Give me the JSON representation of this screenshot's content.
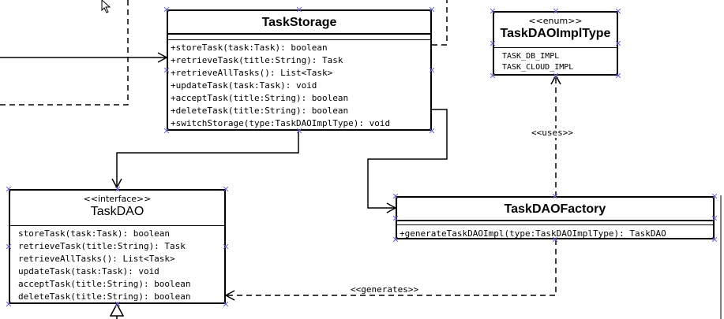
{
  "taskStorage": {
    "name": "TaskStorage",
    "operations": [
      "+storeTask(task:Task): boolean",
      "+retrieveTask(title:String): Task",
      "+retrieveAllTasks(): List<Task>",
      "+updateTask(task:Task): void",
      "+acceptTask(title:String): boolean",
      "+deleteTask(title:String): boolean",
      "+switchStorage(type:TaskDAOImplType): void"
    ]
  },
  "taskDAOImplType": {
    "stereotype": "<<enum>>",
    "name": "TaskDAOImplType",
    "literals": [
      "TASK_DB_IMPL",
      "TASK_CLOUD_IMPL"
    ]
  },
  "taskDAO": {
    "stereotype": "<<interface>>",
    "name": "TaskDAO",
    "operations": [
      "storeTask(task:Task): boolean",
      "retrieveTask(title:String): Task",
      "retrieveAllTasks(): List<Task>",
      "updateTask(task:Task): void",
      "acceptTask(title:String): boolean",
      "deleteTask(title:String): boolean"
    ]
  },
  "taskDAOFactory": {
    "name": "TaskDAOFactory",
    "operations": [
      "+generateTaskDAOImpl(type:TaskDAOImplType): TaskDAO"
    ]
  },
  "relations": {
    "uses": "<<uses>>",
    "generates": "<<generates>>"
  },
  "colors": {
    "line": "#000000",
    "handle": "#6a6ad0"
  },
  "icons": {
    "cursor": "mouse-pointer-icon"
  }
}
